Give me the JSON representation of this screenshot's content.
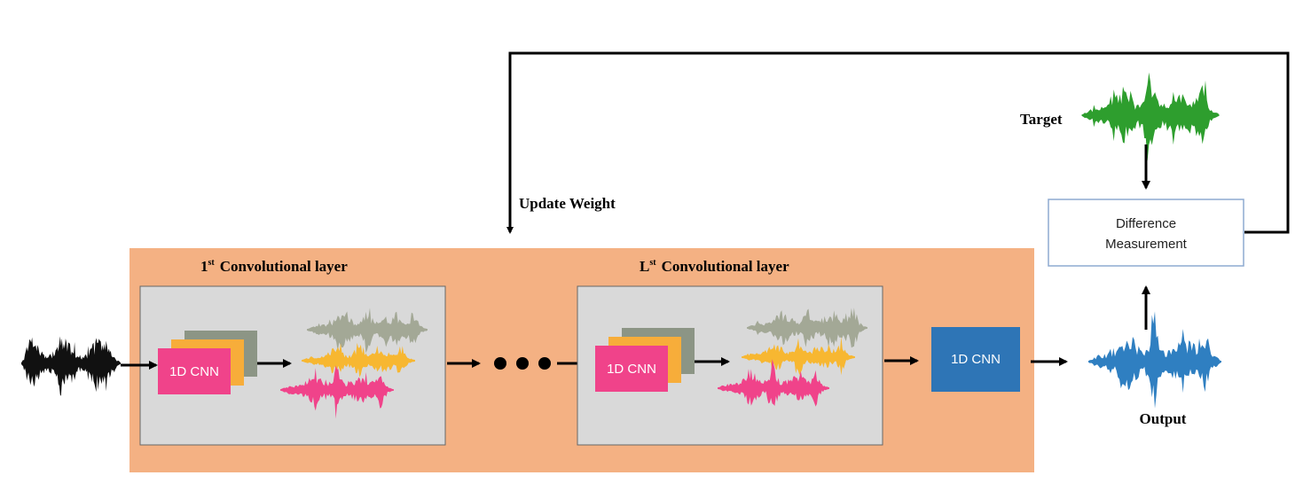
{
  "labels": {
    "update_weight": "Update Weight",
    "target": "Target",
    "output": "Output",
    "difference_line1": "Difference",
    "difference_line2": "Measurement",
    "layer1_sup": "st",
    "layer1_num": "1",
    "layer1_text": "Convolutional layer",
    "layerL_sup": "st",
    "layerL_num": "L",
    "layerL_text": "Convolutional layer",
    "cnn_block": "1D CNN",
    "final_cnn": "1D CNN"
  },
  "colors": {
    "network_bg": "#F4B183",
    "layer_bg": "#D9D9D9",
    "cnn_pink": "#F0438A",
    "card_orange": "#F7AD3A",
    "card_gray": "#8C9585",
    "final_cnn_blue": "#2E75B6",
    "input_wave": "#111111",
    "target_wave": "#2E9E2E",
    "output_wave": "#2F7FC1",
    "wave_gray": "#A3A896",
    "wave_yellow": "#F7B731",
    "wave_pink": "#F0438A",
    "diff_border": "#8EAAD1"
  }
}
